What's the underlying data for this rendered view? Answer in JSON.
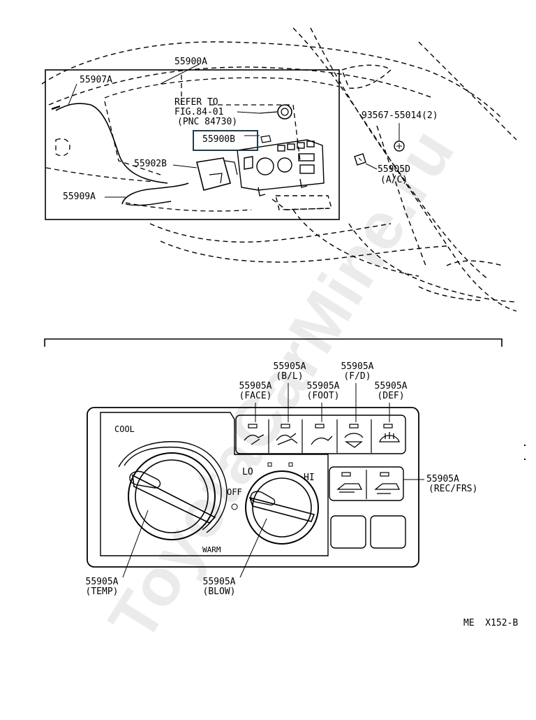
{
  "colors": {
    "line": "#000000",
    "highlight": "#1f3b4d",
    "watermark": "#000000"
  },
  "watermark": "ToyotaCarMine.ru",
  "overview": {
    "part_55900A": "55900A",
    "part_55907A": "55907A",
    "refer_line1": "REFER TO",
    "refer_line2": "FIG.84-01",
    "refer_line3": "(PNC 84730)",
    "part_55900B": "55900B",
    "part_55902B": "55902B",
    "part_55909A": "55909A",
    "part_93567": "93567-55014(2)",
    "part_55905D": "55905D",
    "part_55905D_sub": "(A/C)"
  },
  "panel": {
    "face_part": "55905A",
    "face_sub": "(FACE)",
    "bl_part": "55905A",
    "bl_sub": "(B/L)",
    "foot_part": "55905A",
    "foot_sub": "(FOOT)",
    "fd_part": "55905A",
    "fd_sub": "(F/D)",
    "def_part": "55905A",
    "def_sub": "(DEF)",
    "rec_part": "55905A",
    "rec_sub": "(REC/FRS)",
    "temp_part": "55905A",
    "temp_sub": "(TEMP)",
    "blow_part": "55905A",
    "blow_sub": "(BLOW)",
    "cool": "COOL",
    "warm": "WARM",
    "lo": "LO",
    "hi": "HI",
    "off": "OFF"
  },
  "footer_code": "ME  X152-B"
}
